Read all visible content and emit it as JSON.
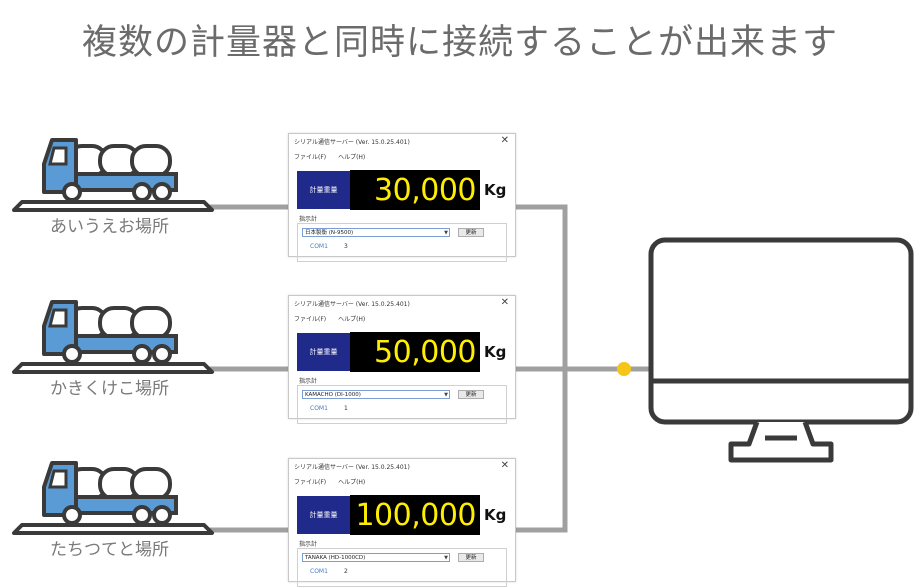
{
  "title": "複数の計量器と同時に接続することが出来ます",
  "sites": [
    {
      "label": "あいうえお場所"
    },
    {
      "label": "かきくけこ場所"
    },
    {
      "label": "たちつてと場所"
    }
  ],
  "windows": [
    {
      "title": "シリアル通信サーバー (Ver. 15.0.25.401)",
      "menu_file": "ファイル(F)",
      "menu_help": "ヘルプ(H)",
      "weight_label": "計量重量",
      "value": "30,000",
      "unit": "Kg",
      "indicator_label": "指示計",
      "indicator_selected": "日本製衡 (N-9500)",
      "update_label": "更新",
      "com_port": "COM1",
      "com_number": "3"
    },
    {
      "title": "シリアル通信サーバー (Ver. 15.0.25.401)",
      "menu_file": "ファイル(F)",
      "menu_help": "ヘルプ(H)",
      "weight_label": "計量重量",
      "value": "50,000",
      "unit": "Kg",
      "indicator_label": "指示計",
      "indicator_selected": "KAMACHO (DI-1000)",
      "update_label": "更新",
      "com_port": "COM1",
      "com_number": "1"
    },
    {
      "title": "シリアル通信サーバー (Ver. 15.0.25.401)",
      "menu_file": "ファイル(F)",
      "menu_help": "ヘルプ(H)",
      "weight_label": "計量重量",
      "value": "100,000",
      "unit": "Kg",
      "indicator_label": "指示計",
      "indicator_selected": "TANAKA (HD-1000CD)",
      "update_label": "更新",
      "com_port": "COM1",
      "com_number": "2"
    }
  ],
  "colors": {
    "line": "#a0a0a0",
    "truck_blue": "#5b9bd5",
    "outline": "#3a3a3a",
    "junction": "#f5c518",
    "display_bg": "#000000",
    "display_digits": "#ffee00",
    "label_bg": "#1f2a8a"
  },
  "icons": {
    "truck": "truck-icon",
    "monitor": "monitor-icon",
    "close": "close-icon"
  }
}
